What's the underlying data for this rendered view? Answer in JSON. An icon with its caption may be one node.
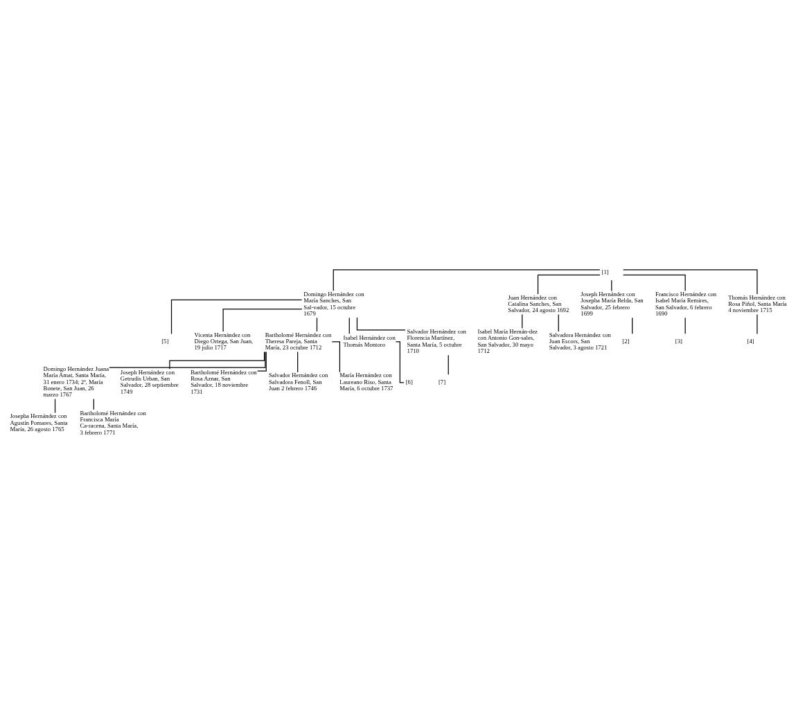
{
  "diagram": {
    "nodes": [
      {
        "text": [
          "[1]"
        ]
      },
      {
        "text": [
          "Domingo Hernández con María Sanches, San Sal-vador, 15 octubre 1679"
        ]
      },
      {
        "text": [
          "Juan Hernández con Catalina Sanches, San Salvador, 24 agosto 1692"
        ]
      },
      {
        "text": [
          "Joseph Hernández con Josepha María Belda, San Salvador, 25 febrero 1699"
        ]
      },
      {
        "text": [
          "Francisco Hernández con Isabel María Remires, San Salvador, 6 febrero 1690"
        ]
      },
      {
        "text": [
          "Thomás Hernández con Rosa Piñol, Santa María 4 noviembre 1715"
        ]
      },
      {
        "text": [
          "[3]"
        ]
      },
      {
        "text": [
          "Isabel María Hernán-dez con Antonio Gon-sales, San Salvador, 30 mayo 1712"
        ]
      },
      {
        "text": [
          "Salvadora Hernández con Juan Escors, San Salvador, 3 agosto 1721"
        ]
      },
      {
        "text": [
          "[2]"
        ]
      },
      {
        "text": [
          "[4]"
        ]
      },
      {
        "text": [
          "[5]"
        ]
      },
      {
        "text": [
          "Vicenta Hernández con Diego Ortega, San Juan, 19 julio 1717"
        ]
      },
      {
        "text": [
          "Bartholomé Hernández con Theresa Pareja, Santa María, 23 octubre 1712"
        ]
      },
      {
        "text": [
          "Isabel Hernández con Thomás Montoro"
        ]
      },
      {
        "text": [
          "Salvador Hernández con Florencia Martínez, Santa María, 5 octubre 1710"
        ]
      },
      {
        "text": [
          "[6]"
        ]
      },
      {
        "text": [
          "[7]"
        ]
      },
      {
        "text": [
          "Domingo Hernández Juana María Amat, Santa María, 31 enero 1734; 2ª, María Bonete, San Juan, 26 marzo 1767"
        ]
      },
      {
        "text": [
          "Joseph Hernández con Getrudis Urban, San Salvador, 28 septiembre 1749"
        ]
      },
      {
        "text": [
          "Bartholomé Hernández con Rosa Aznar, San Salvador, 18 noviembre 1731"
        ]
      },
      {
        "text": [
          "Salvador Hernández con Salvadora Fenoll, San Juan 2 febrero 1746"
        ]
      },
      {
        "text": [
          "María Hernández con Laureano Riso, Santa María, 6 octubre 1737"
        ]
      },
      {
        "text": [
          "Josepha Hernández con Agustín Pomares, Santa María, 26 agosto 1765"
        ]
      },
      {
        "text": [
          "Bartholomé Hernández con Francisca María Ca-racena, Santa María, 3 febrero 1771"
        ]
      }
    ],
    "edges": [
      {
        "from": 0,
        "to": 1,
        "arrow": "none"
      },
      {
        "from": 0,
        "to": 2,
        "arrow": "none"
      },
      {
        "from": 0,
        "to": 3,
        "arrow": "none"
      },
      {
        "from": 0,
        "to": 5,
        "arrow": "none"
      },
      {
        "from": 0,
        "to": 4,
        "arrow": "none"
      },
      {
        "from": 4,
        "to": 6,
        "arrow": "none"
      },
      {
        "from": 2,
        "to": 7,
        "arrow": "none"
      },
      {
        "from": 2,
        "to": 8,
        "arrow": "none"
      },
      {
        "from": 3,
        "to": 9,
        "arrow": "none"
      },
      {
        "from": 5,
        "to": 10,
        "arrow": "none"
      },
      {
        "from": 1,
        "to": 12,
        "arrow": "none"
      },
      {
        "from": 1,
        "to": 13,
        "arrow": "none"
      },
      {
        "from": 1,
        "to": 14,
        "arrow": "none"
      },
      {
        "from": 1,
        "to": 15,
        "arrow": "none"
      },
      {
        "from": 1,
        "to": 11,
        "arrow": "none"
      },
      {
        "from": 14,
        "to": 16,
        "arrow": "none"
      },
      {
        "from": 15,
        "to": 17,
        "arrow": "none"
      },
      {
        "from": 13,
        "to": 18,
        "arrow": "none"
      },
      {
        "from": 13,
        "to": 19,
        "arrow": "none"
      },
      {
        "from": 13,
        "to": 20,
        "arrow": "none"
      },
      {
        "from": 13,
        "to": 22,
        "arrow": "none"
      },
      {
        "from": 13,
        "to": 21,
        "arrow": "none"
      },
      {
        "from": 18,
        "to": 23,
        "arrow": "none"
      },
      {
        "from": 18,
        "to": 24,
        "arrow": "none"
      }
    ]
  }
}
